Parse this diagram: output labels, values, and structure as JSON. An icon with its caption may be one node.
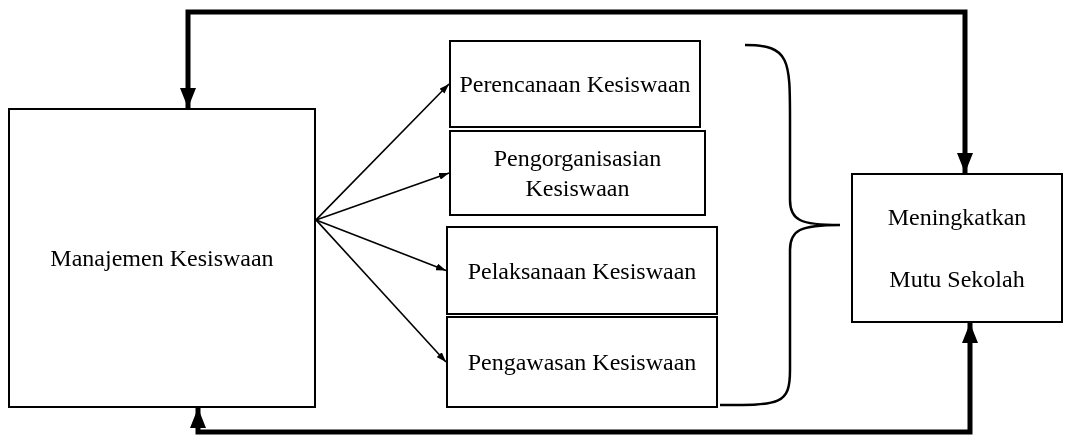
{
  "diagram": {
    "nodes": [
      {
        "text": [
          "Manajemen Kesiswaan"
        ]
      },
      {
        "text": [
          "Perencanaan Kesiswaan"
        ]
      },
      {
        "text": [
          "Pengorganisasian Kesiswaan"
        ]
      },
      {
        "text": [
          "Pelaksanaan Kesiswaan"
        ]
      },
      {
        "text": [
          "Pengawasan Kesiswaan"
        ]
      },
      {
        "text": [
          "Meningkatkan Mutu Sekolah"
        ]
      }
    ],
    "edges": [
      {
        "from": 0,
        "to": 1,
        "arrow": "to"
      },
      {
        "from": 0,
        "to": 2,
        "arrow": "to"
      },
      {
        "from": 0,
        "to": 3,
        "arrow": "to"
      },
      {
        "from": 0,
        "to": 4,
        "arrow": "to"
      },
      {
        "from": 0,
        "to": 5,
        "arrow": "both",
        "style": "thick"
      },
      {
        "from": 0,
        "to": 5,
        "arrow": "both",
        "style": "thick"
      }
    ]
  }
}
